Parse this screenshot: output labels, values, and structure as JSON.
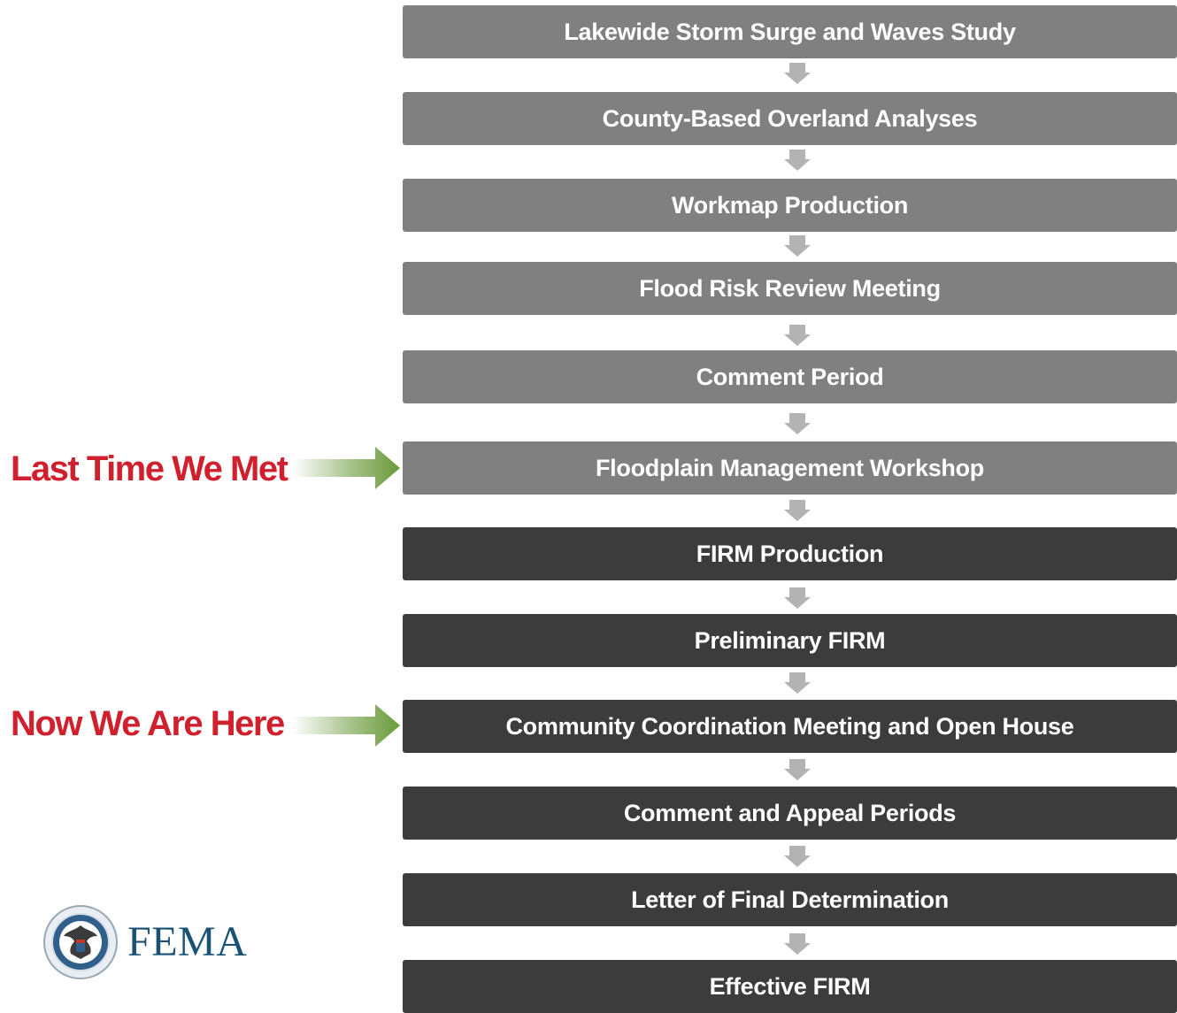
{
  "steps": [
    {
      "label": "Lakewide Storm Surge and Waves Study",
      "status": "completed"
    },
    {
      "label": "County-Based Overland Analyses",
      "status": "completed"
    },
    {
      "label": "Workmap Production",
      "status": "completed"
    },
    {
      "label": "Flood Risk Review Meeting",
      "status": "completed"
    },
    {
      "label": "Comment Period",
      "status": "completed"
    },
    {
      "label": "Floodplain Management Workshop",
      "status": "completed"
    },
    {
      "label": "FIRM Production",
      "status": "upcoming"
    },
    {
      "label": "Preliminary FIRM",
      "status": "upcoming"
    },
    {
      "label": "Community Coordination Meeting and Open House",
      "status": "upcoming"
    },
    {
      "label": "Comment and Appeal Periods",
      "status": "upcoming"
    },
    {
      "label": "Letter of Final Determination",
      "status": "upcoming"
    },
    {
      "label": "Effective FIRM",
      "status": "upcoming"
    }
  ],
  "markers": [
    {
      "label": "Last Time We Met",
      "points_to_step": 6
    },
    {
      "label": "Now We Are Here",
      "points_to_step": 9
    }
  ],
  "logo": {
    "text": "FEMA",
    "icon": "dhs-seal-icon"
  },
  "colors": {
    "completed_step": "#808080",
    "upcoming_step": "#3c3c3c",
    "marker_text": "#d0202e",
    "marker_arrow": "#6a9a3a",
    "connector_arrow": "#b3b3b3",
    "logo_text": "#1a5276"
  }
}
